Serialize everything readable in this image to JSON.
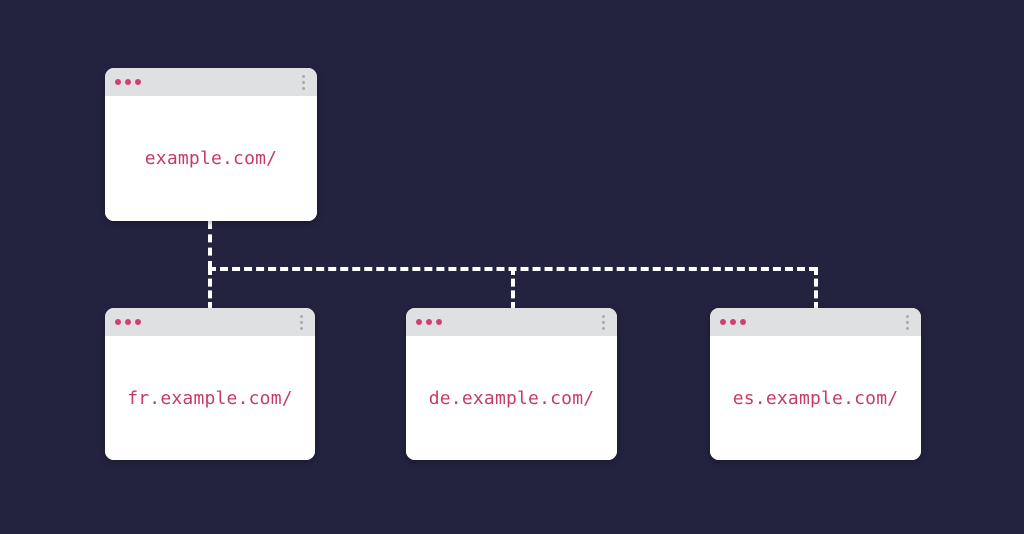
{
  "theme": {
    "background": "#232340",
    "window_body": "#ffffff",
    "titlebar": "#dfe0e1",
    "url_text": "#c83a63",
    "traffic_dot": "#d04070",
    "kebab_dot": "#a9abae",
    "connector": "#ffffff"
  },
  "diagram": {
    "type": "site-hierarchy-tree",
    "root": {
      "id": "root",
      "url": "example.com/",
      "icon_left": "traffic-lights-icon",
      "icon_right": "kebab-menu-icon"
    },
    "children": [
      {
        "id": "fr",
        "url": "fr.example.com/",
        "icon_left": "traffic-lights-icon",
        "icon_right": "kebab-menu-icon"
      },
      {
        "id": "de",
        "url": "de.example.com/",
        "icon_left": "traffic-lights-icon",
        "icon_right": "kebab-menu-icon"
      },
      {
        "id": "es",
        "url": "es.example.com/",
        "icon_left": "traffic-lights-icon",
        "icon_right": "kebab-menu-icon"
      }
    ],
    "edges": [
      {
        "from": "root",
        "to": "fr",
        "style": "dashed"
      },
      {
        "from": "root",
        "to": "de",
        "style": "dashed"
      },
      {
        "from": "root",
        "to": "es",
        "style": "dashed"
      }
    ]
  }
}
